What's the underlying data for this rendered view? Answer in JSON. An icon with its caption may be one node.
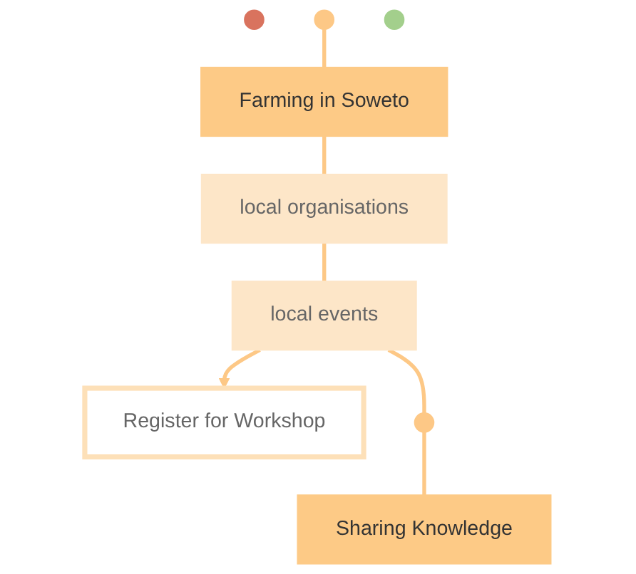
{
  "diagram": {
    "nodes": [
      {
        "text": [],
        "shape": "circle"
      },
      {
        "text": [],
        "shape": "circle"
      },
      {
        "text": [],
        "shape": "circle"
      },
      {
        "text": [
          "Farming in Soweto"
        ]
      },
      {
        "text": [
          "local organisations"
        ]
      },
      {
        "text": [
          "local events"
        ]
      },
      {
        "text": [
          "Register for Workshop"
        ]
      },
      {
        "text": [],
        "shape": "circle"
      },
      {
        "text": [
          "Sharing Knowledge"
        ]
      }
    ],
    "edges": [
      {
        "from": 1,
        "to": 3,
        "arrow": "none"
      },
      {
        "from": 3,
        "to": 4,
        "arrow": "none"
      },
      {
        "from": 4,
        "to": 5,
        "arrow": "none"
      },
      {
        "from": 5,
        "to": 6,
        "arrow": "to"
      },
      {
        "from": 5,
        "to": 7,
        "arrow": "none"
      },
      {
        "from": 7,
        "to": 8,
        "arrow": "none"
      }
    ]
  }
}
